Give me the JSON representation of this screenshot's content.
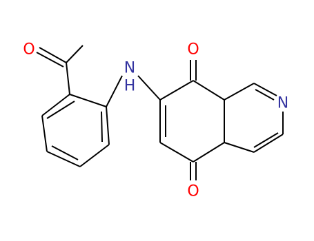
{
  "diagram": {
    "kind": "chemical-structure",
    "atom_labels": {
      "acetyl_oxygen": "O",
      "amine": "N",
      "amine_hydrogen": "H",
      "quinone_oxygen_top": "O",
      "quinone_oxygen_bottom": "O",
      "ring_nitrogen": "N"
    },
    "colors": {
      "bond": "#000000",
      "oxygen": "#ff0000",
      "nitrogen": "#3333a0"
    }
  }
}
